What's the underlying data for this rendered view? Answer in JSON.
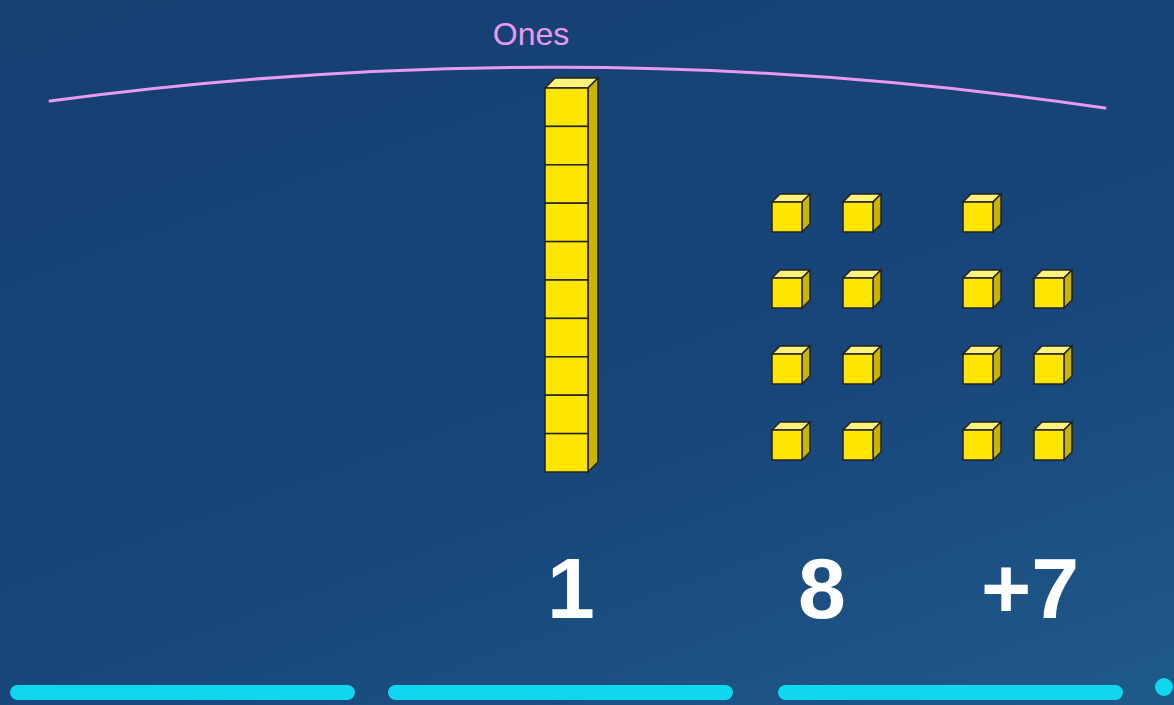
{
  "diagram": {
    "labels": [
      "Ones",
      "1",
      "8",
      "+7"
    ]
  }
}
